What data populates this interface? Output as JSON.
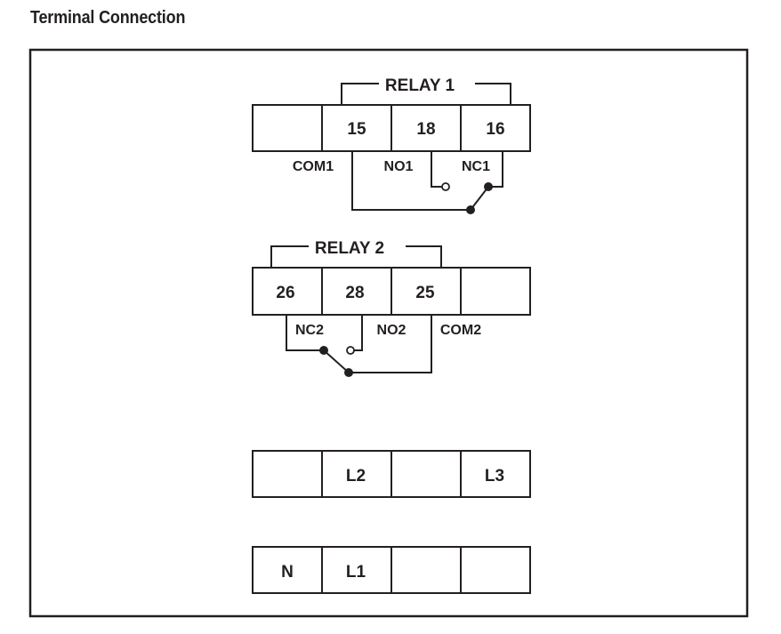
{
  "title": "Terminal Connection",
  "relay1": {
    "heading": "RELAY 1",
    "terminals": [
      "",
      "15",
      "18",
      "16"
    ],
    "labels": {
      "com": "COM1",
      "no": "NO1",
      "nc": "NC1"
    }
  },
  "relay2": {
    "heading": "RELAY 2",
    "terminals": [
      "26",
      "28",
      "25",
      ""
    ],
    "labels": {
      "nc": "NC2",
      "no": "NO2",
      "com": "COM2"
    }
  },
  "power_upper": {
    "terminals": [
      "",
      "L2",
      "",
      "L3"
    ]
  },
  "power_lower": {
    "terminals": [
      "N",
      "L1",
      "",
      ""
    ]
  }
}
